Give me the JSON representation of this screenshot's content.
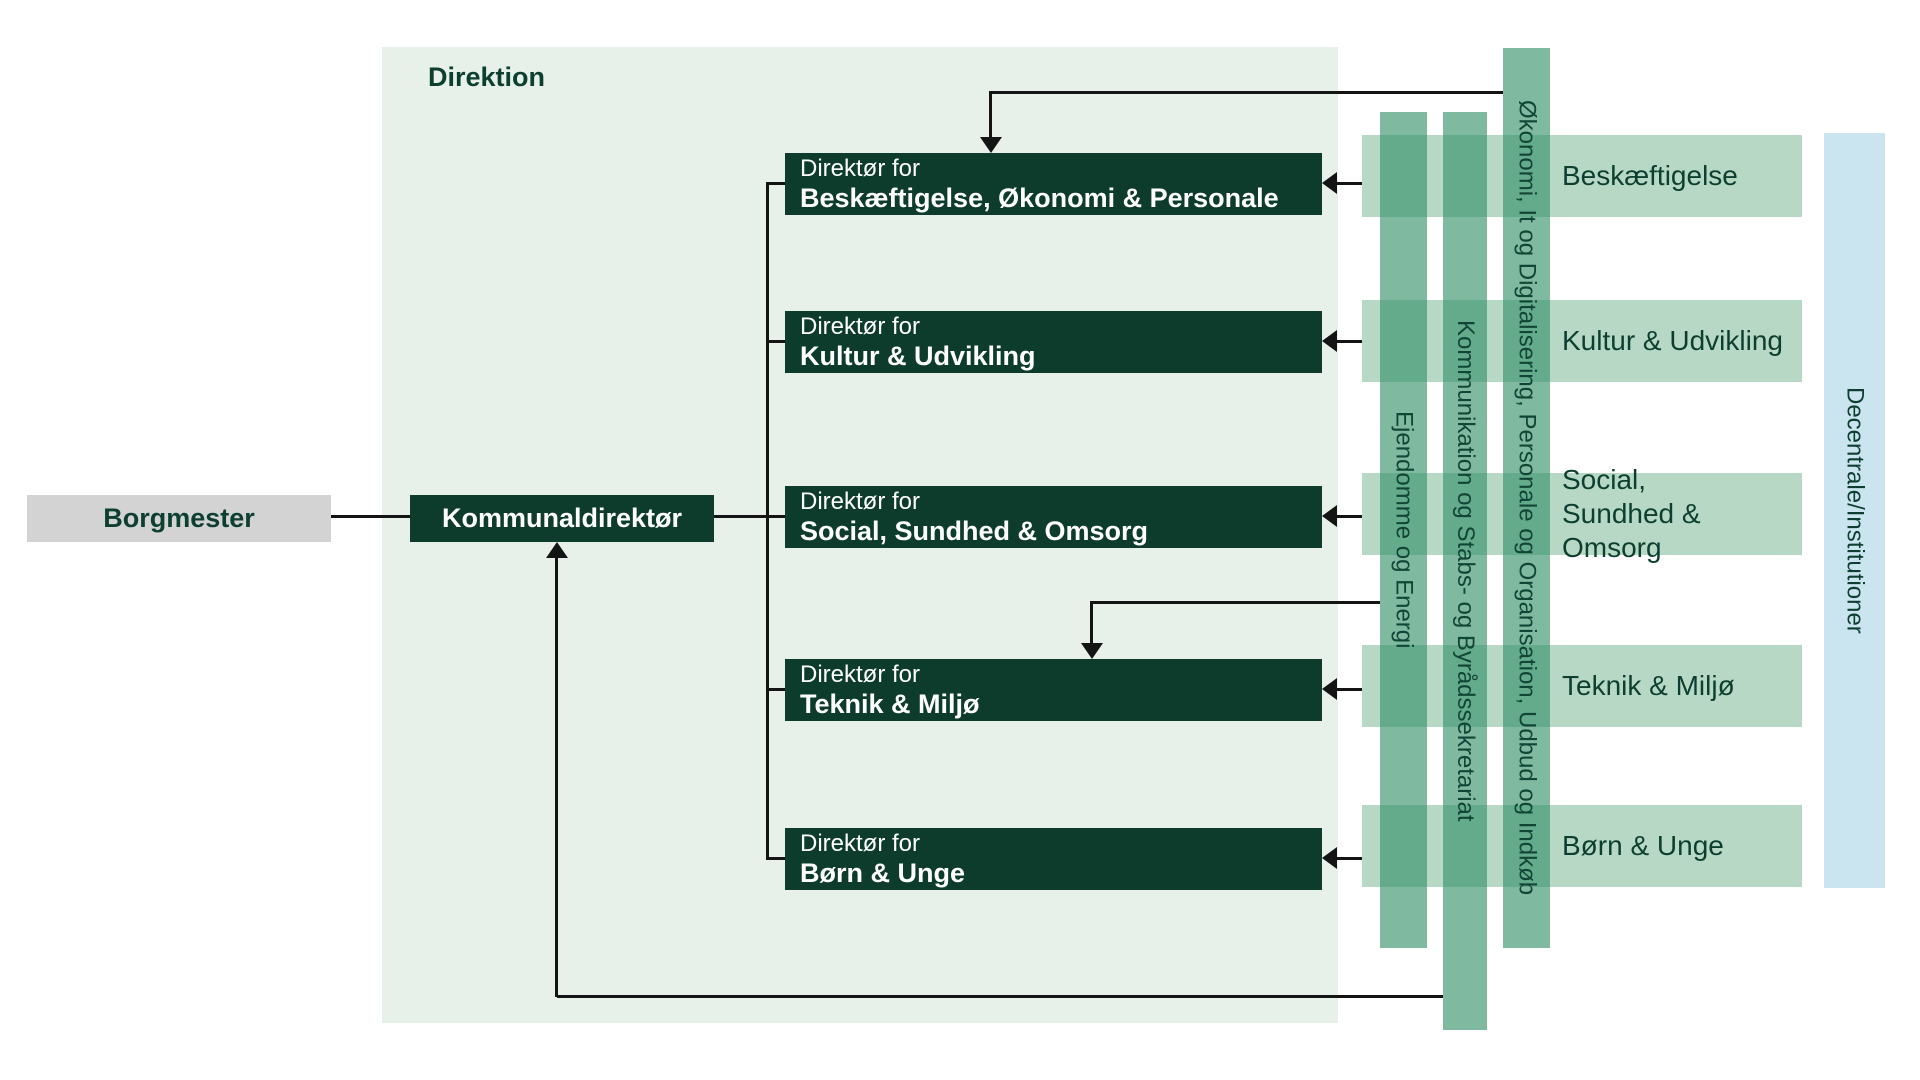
{
  "panel": {
    "label": "Direktion"
  },
  "borgmester": {
    "label": "Borgmester"
  },
  "kommunaldirektor": {
    "label": "Kommunaldirektør"
  },
  "directors": [
    {
      "prefix": "Direktør for",
      "name": "Beskæftigelse, Økonomi & Personale"
    },
    {
      "prefix": "Direktør for",
      "name": "Kultur & Udvikling"
    },
    {
      "prefix": "Direktør for",
      "name": "Social, Sundhed & Omsorg"
    },
    {
      "prefix": "Direktør for",
      "name": "Teknik & Miljø"
    },
    {
      "prefix": "Direktør for",
      "name": "Børn & Unge"
    }
  ],
  "staff_bars": [
    {
      "label": "Ejendomme og Energi"
    },
    {
      "label": "Kommunikation og Stabs- og Byrådssekretariat"
    },
    {
      "label": "Økonomi, It og Digitalisering, Personale og Organisation, Udbud og Indkøb"
    }
  ],
  "departments": [
    {
      "label": "Beskæftigelse"
    },
    {
      "label": "Kultur & Udvikling"
    },
    {
      "label": "Social,\nSundhed & Omsorg"
    },
    {
      "label": "Teknik & Miljø"
    },
    {
      "label": "Børn & Unge"
    }
  ],
  "decentrale": {
    "label": "Decentrale/Institutioner"
  },
  "colors": {
    "panel_green": "#e7f1ea",
    "box_dark_green": "#0d3c2d",
    "box_gray": "#d3d3d4",
    "department_green": "#b7d8c5",
    "staff_bar_green": "#349068",
    "decentrale_blue": "#cae5f0",
    "text_dark_green": "#0d3f31",
    "line_black": "#141414"
  }
}
